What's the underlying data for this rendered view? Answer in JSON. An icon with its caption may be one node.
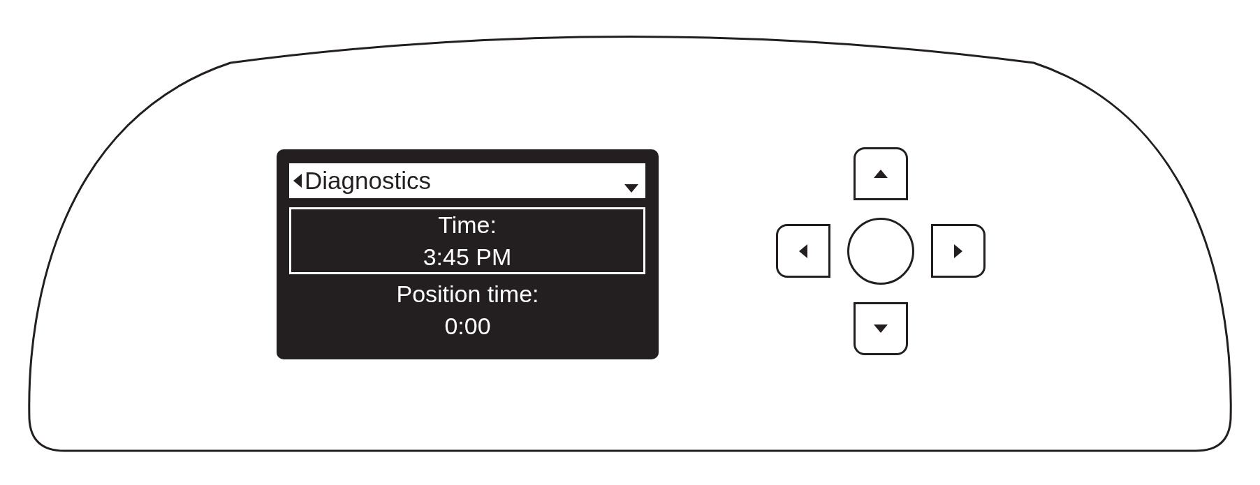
{
  "diagram": {
    "nodes": [
      {
        "text": [
          "Diagnostics"
        ]
      },
      {
        "text": [
          "Time:",
          "3:45 PM"
        ]
      }
    ],
    "labels": [
      "Position time:",
      "0:00"
    ]
  }
}
